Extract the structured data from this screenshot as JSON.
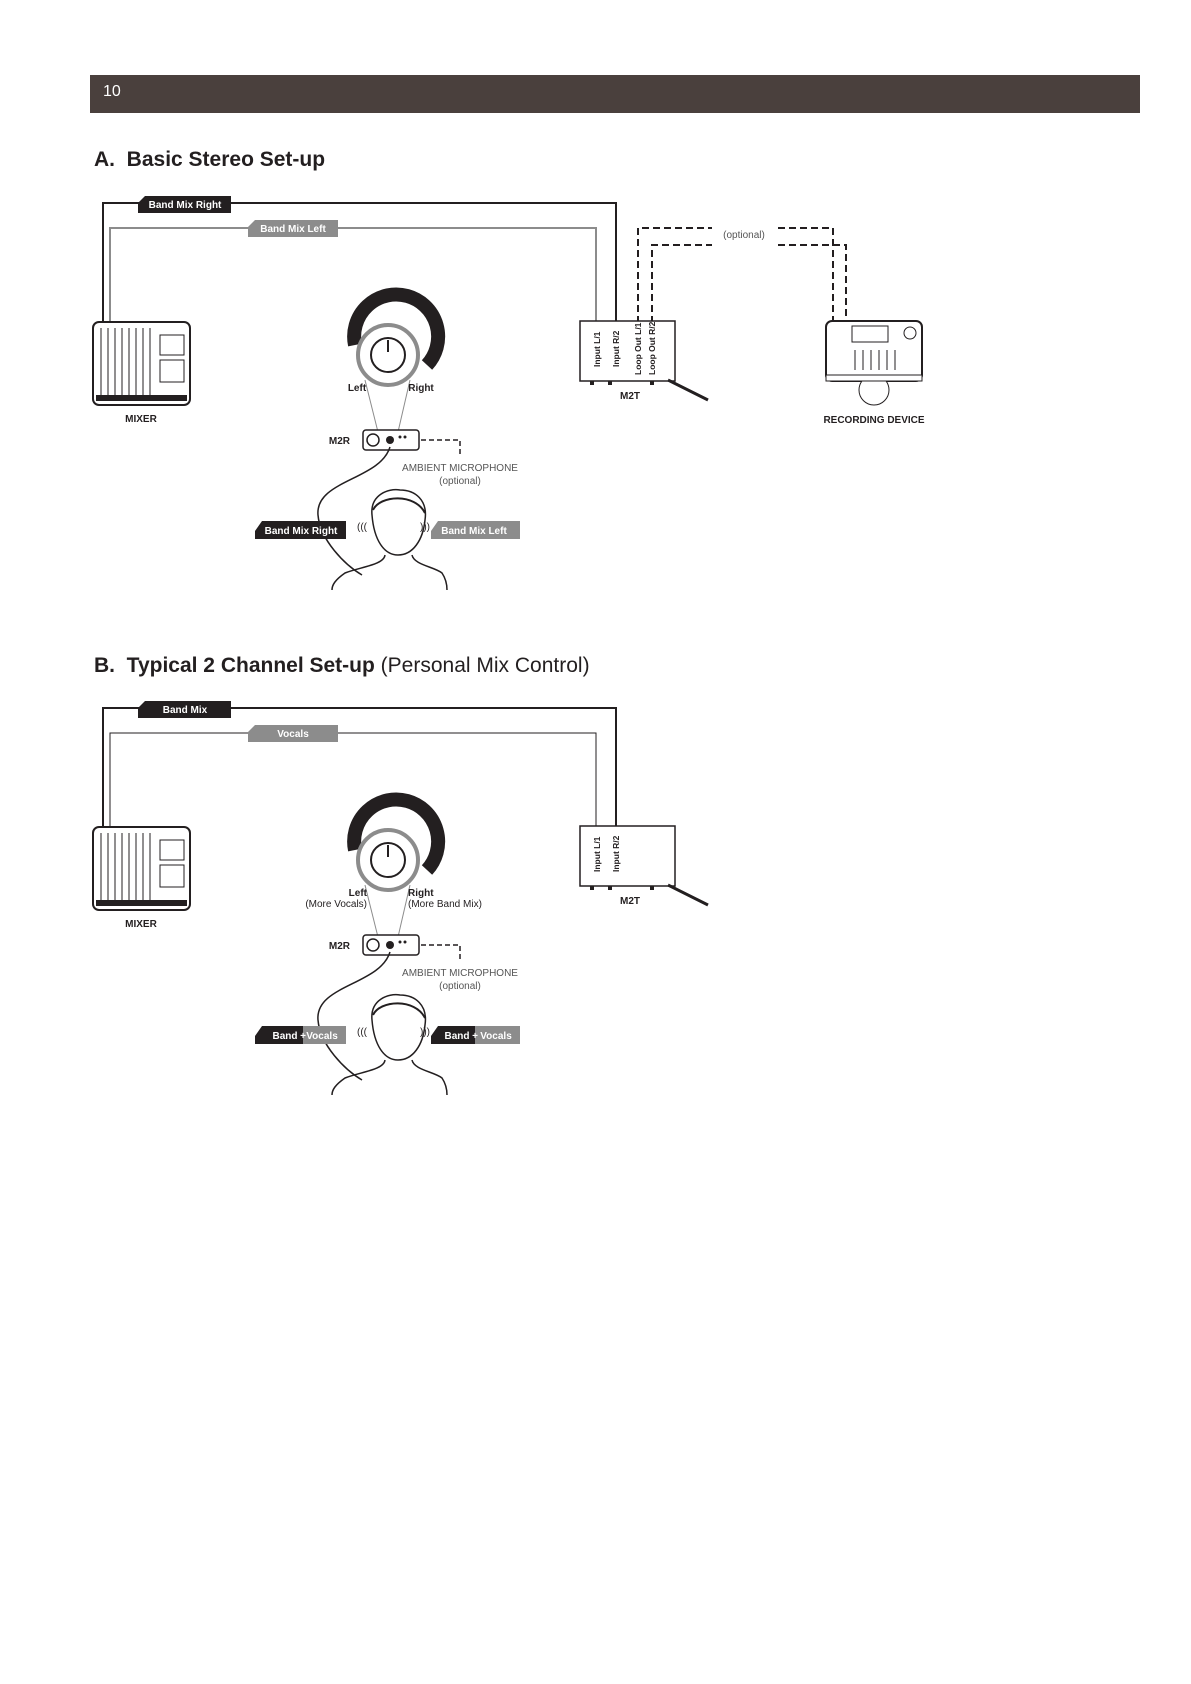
{
  "header": {
    "page_number": "10"
  },
  "section_a": {
    "title_prefix": "A.",
    "title": "Basic Stereo Set-up",
    "cable_right_label": "Band Mix Right",
    "cable_left_label": "Band Mix Left",
    "optional_label": "(optional)",
    "mixer_label": "MIXER",
    "knob_left_label": "Left",
    "knob_right_label": "Right",
    "receiver_label": "M2R",
    "transmitter_label": "M2T",
    "ports": [
      "Input L/1",
      "Input R/2",
      "Loop Out L/1",
      "Loop Out R/2"
    ],
    "recorder_label": "RECORDING DEVICE",
    "ambient_mic_label": "AMBIENT MICROPHONE",
    "ambient_mic_optional": "(optional)",
    "ear_left_label": "Band Mix Right",
    "ear_right_label": "Band Mix Left"
  },
  "section_b": {
    "title_prefix": "B.",
    "title": "Typical 2 Channel Set-up",
    "title_suffix": "(Personal Mix Control)",
    "cable_band_label": "Band Mix",
    "cable_vocals_label": "Vocals",
    "mixer_label": "MIXER",
    "knob_left_label": "Left",
    "knob_left_sub": "(More Vocals)",
    "knob_right_label": "Right",
    "knob_right_sub": "(More Band Mix)",
    "receiver_label": "M2R",
    "transmitter_label": "M2T",
    "ports": [
      "Input L/1",
      "Input R/2"
    ],
    "ambient_mic_label": "AMBIENT MICROPHONE",
    "ambient_mic_optional": "(optional)",
    "ear_band_label": "Band",
    "ear_plus": "+",
    "ear_vocals_label": "Vocals"
  },
  "colors": {
    "header_bar": "#4a403d",
    "tag_dark": "#231f20",
    "tag_gray": "#8c8c8c"
  }
}
